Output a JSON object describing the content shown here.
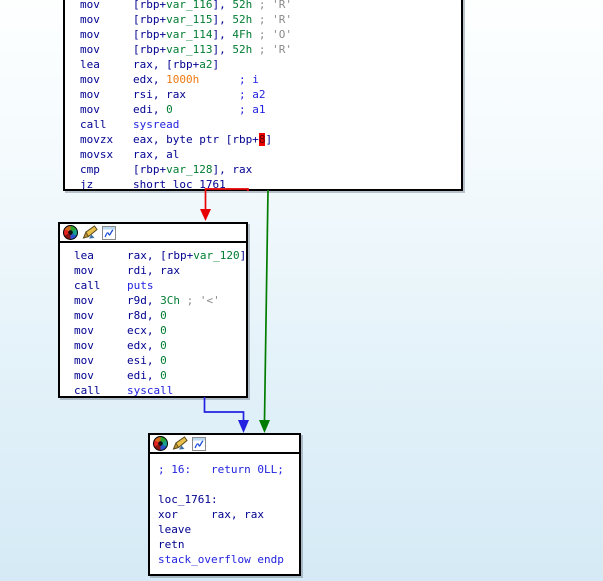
{
  "palette": {
    "instruction_text": "#000090",
    "name_text": "#2222e0",
    "comment_blue": "#2222e0",
    "value_green": "#007d32",
    "comment_gray": "#8a8a8a",
    "highlight_orange": "#ee7a10",
    "error_highlight_bg": "#f00000",
    "node_background": "#ffffff",
    "node_border": "#000000"
  },
  "titlebar_icons": [
    {
      "name": "node-color-wheel-icon"
    },
    {
      "name": "edit-node-pencil-icon"
    },
    {
      "name": "group-node-icon"
    }
  ],
  "edges": {
    "false_branch": {
      "color": "#e80000"
    },
    "true_branch": {
      "color": "#007d00"
    },
    "flow": {
      "color": "#2222e0"
    }
  },
  "blocks": {
    "top": {
      "lines": [
        [
          [
            "i",
            "mov     [rbp+"
          ],
          [
            "g",
            "var_116"
          ],
          [
            "i",
            "], "
          ],
          [
            "g",
            "52h"
          ],
          [
            "c",
            " ; 'R'"
          ]
        ],
        [
          [
            "i",
            "mov     [rbp+"
          ],
          [
            "g",
            "var_115"
          ],
          [
            "i",
            "], "
          ],
          [
            "g",
            "52h"
          ],
          [
            "c",
            " ; 'R'"
          ]
        ],
        [
          [
            "i",
            "mov     [rbp+"
          ],
          [
            "g",
            "var_114"
          ],
          [
            "i",
            "], "
          ],
          [
            "g",
            "4Fh"
          ],
          [
            "c",
            " ; 'O'"
          ]
        ],
        [
          [
            "i",
            "mov     [rbp+"
          ],
          [
            "g",
            "var_113"
          ],
          [
            "i",
            "], "
          ],
          [
            "g",
            "52h"
          ],
          [
            "c",
            " ; 'R'"
          ]
        ],
        [
          [
            "i",
            "lea     rax, [rbp+"
          ],
          [
            "g",
            "a2"
          ],
          [
            "i",
            "]"
          ]
        ],
        [
          [
            "i",
            "mov     edx, "
          ],
          [
            "o",
            "1000h"
          ],
          [
            "i",
            "      "
          ],
          [
            "b",
            "; i"
          ]
        ],
        [
          [
            "i",
            "mov     rsi, rax        "
          ],
          [
            "b",
            "; a2"
          ]
        ],
        [
          [
            "i",
            "mov     edi, "
          ],
          [
            "g",
            "0"
          ],
          [
            "i",
            "          "
          ],
          [
            "b",
            "; a1"
          ]
        ],
        [
          [
            "i",
            "call    "
          ],
          [
            "n",
            "sysread"
          ]
        ],
        [
          [
            "i",
            "movzx   eax, byte ptr [rbp+"
          ],
          [
            "r",
            "8"
          ],
          [
            "i",
            "]"
          ]
        ],
        [
          [
            "i",
            "movsx   rax, al"
          ]
        ],
        [
          [
            "i",
            "cmp     [rbp+"
          ],
          [
            "g",
            "var_128"
          ],
          [
            "i",
            "], rax"
          ]
        ],
        [
          [
            "i",
            "jz      short loc_1761"
          ]
        ]
      ]
    },
    "middle": {
      "lines": [
        [
          [
            "i",
            "lea     rax, [rbp+"
          ],
          [
            "g",
            "var_120"
          ],
          [
            "i",
            "]"
          ]
        ],
        [
          [
            "i",
            "mov     rdi, rax"
          ]
        ],
        [
          [
            "i",
            "call    "
          ],
          [
            "n",
            "puts"
          ]
        ],
        [
          [
            "i",
            "mov     r9d, "
          ],
          [
            "g",
            "3Ch"
          ],
          [
            "c",
            " ; '<'"
          ]
        ],
        [
          [
            "i",
            "mov     r8d, "
          ],
          [
            "g",
            "0"
          ]
        ],
        [
          [
            "i",
            "mov     ecx, "
          ],
          [
            "g",
            "0"
          ]
        ],
        [
          [
            "i",
            "mov     edx, "
          ],
          [
            "g",
            "0"
          ]
        ],
        [
          [
            "i",
            "mov     esi, "
          ],
          [
            "g",
            "0"
          ]
        ],
        [
          [
            "i",
            "mov     edi, "
          ],
          [
            "g",
            "0"
          ]
        ],
        [
          [
            "i",
            "call    "
          ],
          [
            "n",
            "syscall"
          ]
        ]
      ]
    },
    "bottom": {
      "lines": [
        [
          [
            "b",
            "; 16:   return 0LL;"
          ]
        ],
        [
          [
            "i",
            ""
          ]
        ],
        [
          [
            "i",
            "loc_1761:"
          ]
        ],
        [
          [
            "i",
            "xor     rax, rax"
          ]
        ],
        [
          [
            "i",
            "leave"
          ]
        ],
        [
          [
            "i",
            "retn"
          ]
        ],
        [
          [
            "n",
            "stack_overflow endp"
          ]
        ]
      ]
    }
  }
}
